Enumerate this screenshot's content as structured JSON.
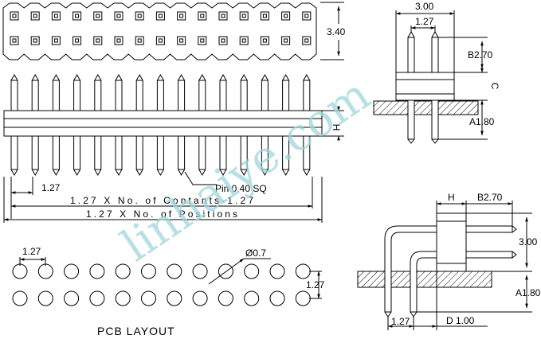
{
  "labels": {
    "row_height": "3.40",
    "side_width": "3.00",
    "side_pitch": "1.27",
    "side_upper_pin": "B2.70",
    "side_insulator": "C",
    "side_lower_pin": "A1.80",
    "front_insulator_height": "H",
    "front_pitch": "1.27",
    "pin_size": "Pin 0.40 SQ",
    "contacts_formula": "1.27 X No. of Contants-1.27",
    "positions_formula": "1.27 X No. of Positions",
    "pcb_pitch_x": "1.27",
    "pcb_hole_diameter": "Ø0.7",
    "pcb_pitch_y": "1.27",
    "pcb_title": "PCB  LAYOUT",
    "ra_insulator": "H",
    "ra_upper_pin": "B2.70",
    "ra_height": "3.00",
    "ra_lower_pin": "A1.80",
    "ra_pitch": "1.27",
    "ra_offset": "D  1.00"
  },
  "watermark": "linhaiye.com",
  "colors": {
    "line": "#000000",
    "watermark": "#9fd6dc"
  }
}
